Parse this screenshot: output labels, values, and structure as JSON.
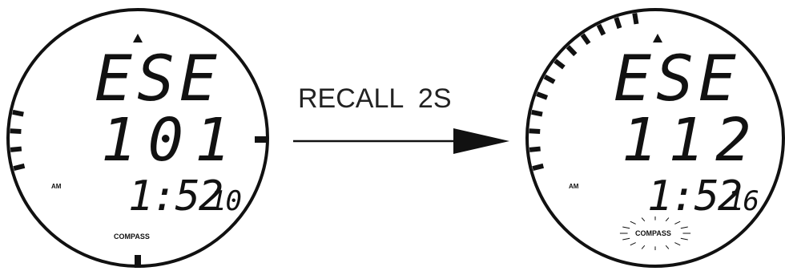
{
  "colors": {
    "ink": "#111111",
    "background": "#ffffff"
  },
  "left_watch": {
    "heading": "ESE",
    "degrees": "101",
    "time": "1:52",
    "seconds": "10",
    "ampm": "AM",
    "mode": "COMPASS",
    "bar_level": 4
  },
  "transition": {
    "label": "RECALL  2S",
    "icon": "arrow-right-icon"
  },
  "right_watch": {
    "heading": "ESE",
    "degrees": "112",
    "time": "1:52",
    "seconds": "16",
    "ampm": "AM",
    "mode": "COMPASS",
    "mode_flashing": true,
    "bar_level": 12
  }
}
